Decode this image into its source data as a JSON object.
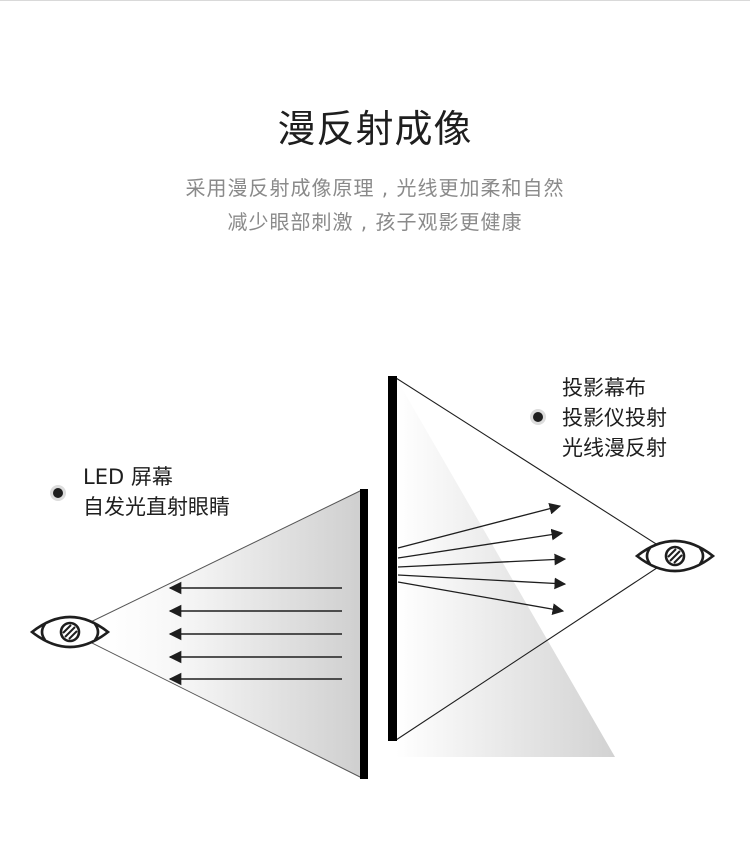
{
  "header": {
    "title": "漫反射成像",
    "subtitle_line1": "采用漫反射成像原理 , 光线更加柔和自然",
    "subtitle_line2": "减少眼部刺激 , 孩子观影更健康"
  },
  "left_label": {
    "line1": "LED 屏幕",
    "line2": "自发光直射眼睛"
  },
  "right_label": {
    "line1": "投影幕布",
    "line2": "投影仪投射",
    "line3": "光线漫反射"
  },
  "icons": {
    "eye": "eye-icon",
    "bullet": "bullet-dot-icon"
  },
  "colors": {
    "line": "#1e1e1e",
    "screen": "#000000",
    "subtitle": "#8a8a8a",
    "gradient_dark": "#d4d4d4"
  }
}
